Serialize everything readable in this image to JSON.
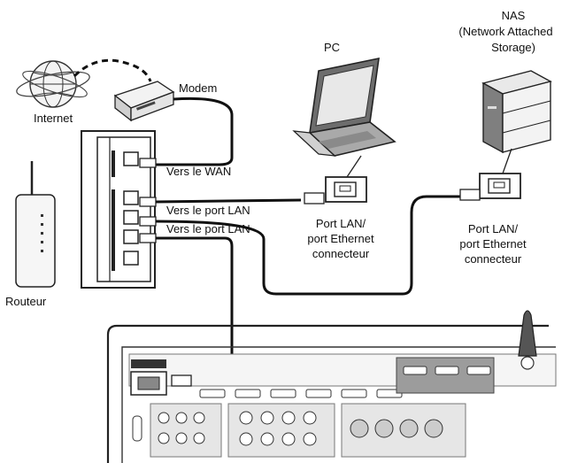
{
  "labels": {
    "internet": "Internet",
    "modem": "Modem",
    "pc": "PC",
    "nas_line1": "NAS",
    "nas_line2": "(Network Attached",
    "nas_line3": "Storage)",
    "router": "Routeur",
    "to_wan": "Vers le WAN",
    "to_lan_1": "Vers le port LAN",
    "to_lan_2": "Vers le port LAN",
    "pc_port_line1": "Port LAN/",
    "pc_port_line2": "port Ethernet",
    "pc_port_line3": "connecteur",
    "nas_port_line1": "Port LAN/",
    "nas_port_line2": "port Ethernet",
    "nas_port_line3": "connecteur"
  },
  "icons": {
    "internet": "globe-icon",
    "modem": "modem-icon",
    "router": "router-icon",
    "pc": "laptop-icon",
    "nas": "nas-server-icon",
    "receiver": "av-receiver-icon"
  },
  "colors": {
    "cable": "#1a1a1a",
    "device_outline": "#222222",
    "device_fill_light": "#eeeeee",
    "device_fill_dark": "#7a7a7a"
  }
}
